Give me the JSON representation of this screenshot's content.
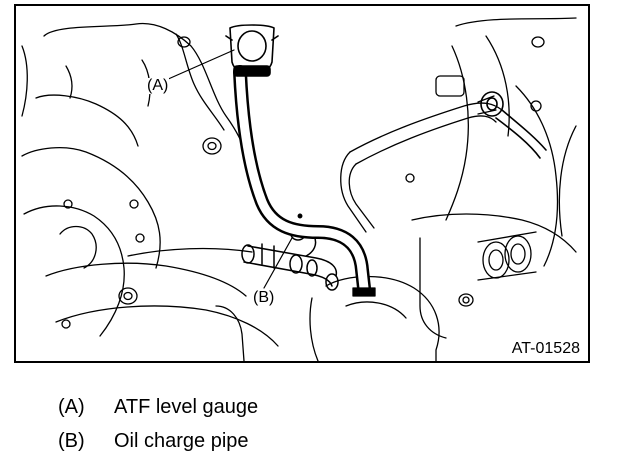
{
  "figure": {
    "code": "AT-01528",
    "callouts": [
      {
        "key": "A",
        "text": "(A)"
      },
      {
        "key": "B",
        "text": "(B)"
      }
    ]
  },
  "legend": [
    {
      "key": "(A)",
      "label": "ATF level gauge"
    },
    {
      "key": "(B)",
      "label": "Oil charge pipe"
    }
  ]
}
